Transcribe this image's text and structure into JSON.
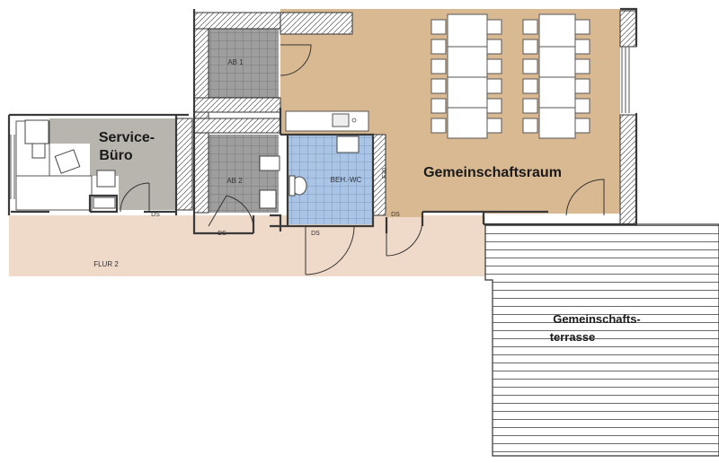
{
  "colors": {
    "community_room": "#d9b992",
    "hallway": "#efd9c9",
    "service_office": "#b8b4ae",
    "wc_tile": "#a9c4e4",
    "storage_tile": "#9e9e9e",
    "wall": "#3a3a3a",
    "terrace_line": "#444444"
  },
  "rooms": {
    "community_room": "Gemeinschaftsraum",
    "service_office_line1": "Service-",
    "service_office_line2": "Büro",
    "terrace_line1": "Gemeinschafts-",
    "terrace_line2": "terrasse",
    "storage1": "AB 1",
    "storage2": "AB 2",
    "wc": "BEH.-WC",
    "hallway": "FLUR 2"
  },
  "annotations": {
    "ds": "DS",
    "f30": "F30"
  }
}
